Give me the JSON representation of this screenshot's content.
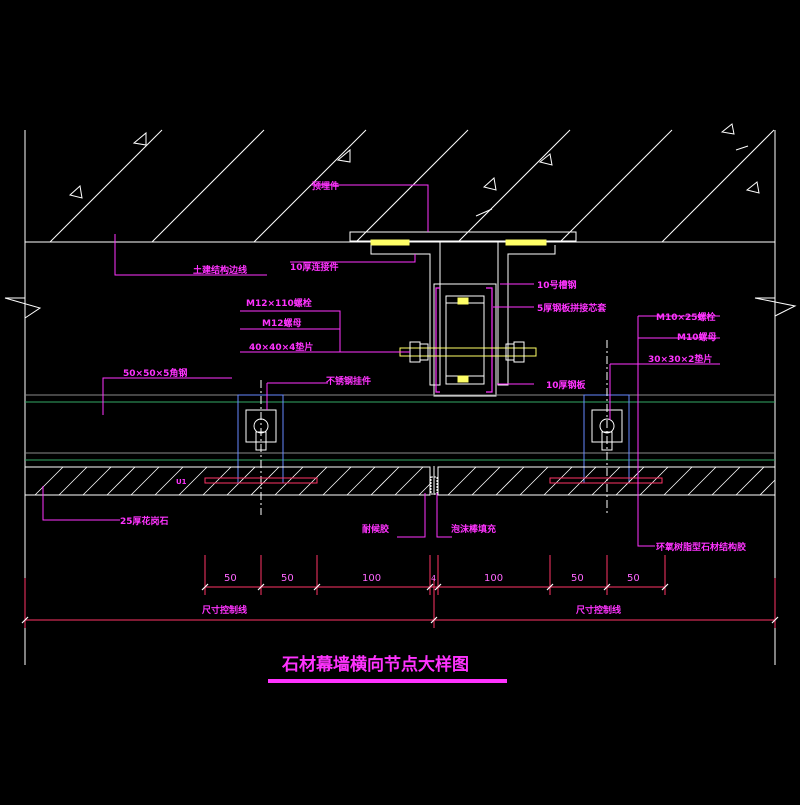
{
  "title": "石材幕墙横向节点大样图",
  "labels": {
    "embed_part": "预埋件",
    "structure_edge": "土建结构边线",
    "connector_10": "10厚连接件",
    "channel_10": "10号槽钢",
    "steel_core": "5厚钢板拼接芯套",
    "bolt_m12": "M12×110螺栓",
    "nut_m12": "M12螺母",
    "washer_40": "40×40×4垫片",
    "bolt_m10": "M10×25螺栓",
    "nut_m10": "M10螺母",
    "washer_30": "30×30×2垫片",
    "angle_steel": "50×50×5角钢",
    "stainless_pendant": "不锈钢挂件",
    "plate_10": "10厚钢板",
    "granite_25": "25厚花岗石",
    "weather_seal": "耐候胶",
    "foam_fill": "泡沫棒填充",
    "epoxy": "环氧树脂型石材结构胶",
    "gap_mark": "U1",
    "control_line_left": "尺寸控制线",
    "control_line_right": "尺寸控制线"
  },
  "dimensions": [
    "50",
    "50",
    "100",
    "4",
    "100",
    "50",
    "50"
  ],
  "colors": {
    "background": "#000000",
    "outline": "#ffffff",
    "leader": "#ff33ff",
    "dimension": "#ff3366",
    "accent_yellow": "#ffff66",
    "gray": "#8a8a8a",
    "green_line": "#33aa66"
  }
}
